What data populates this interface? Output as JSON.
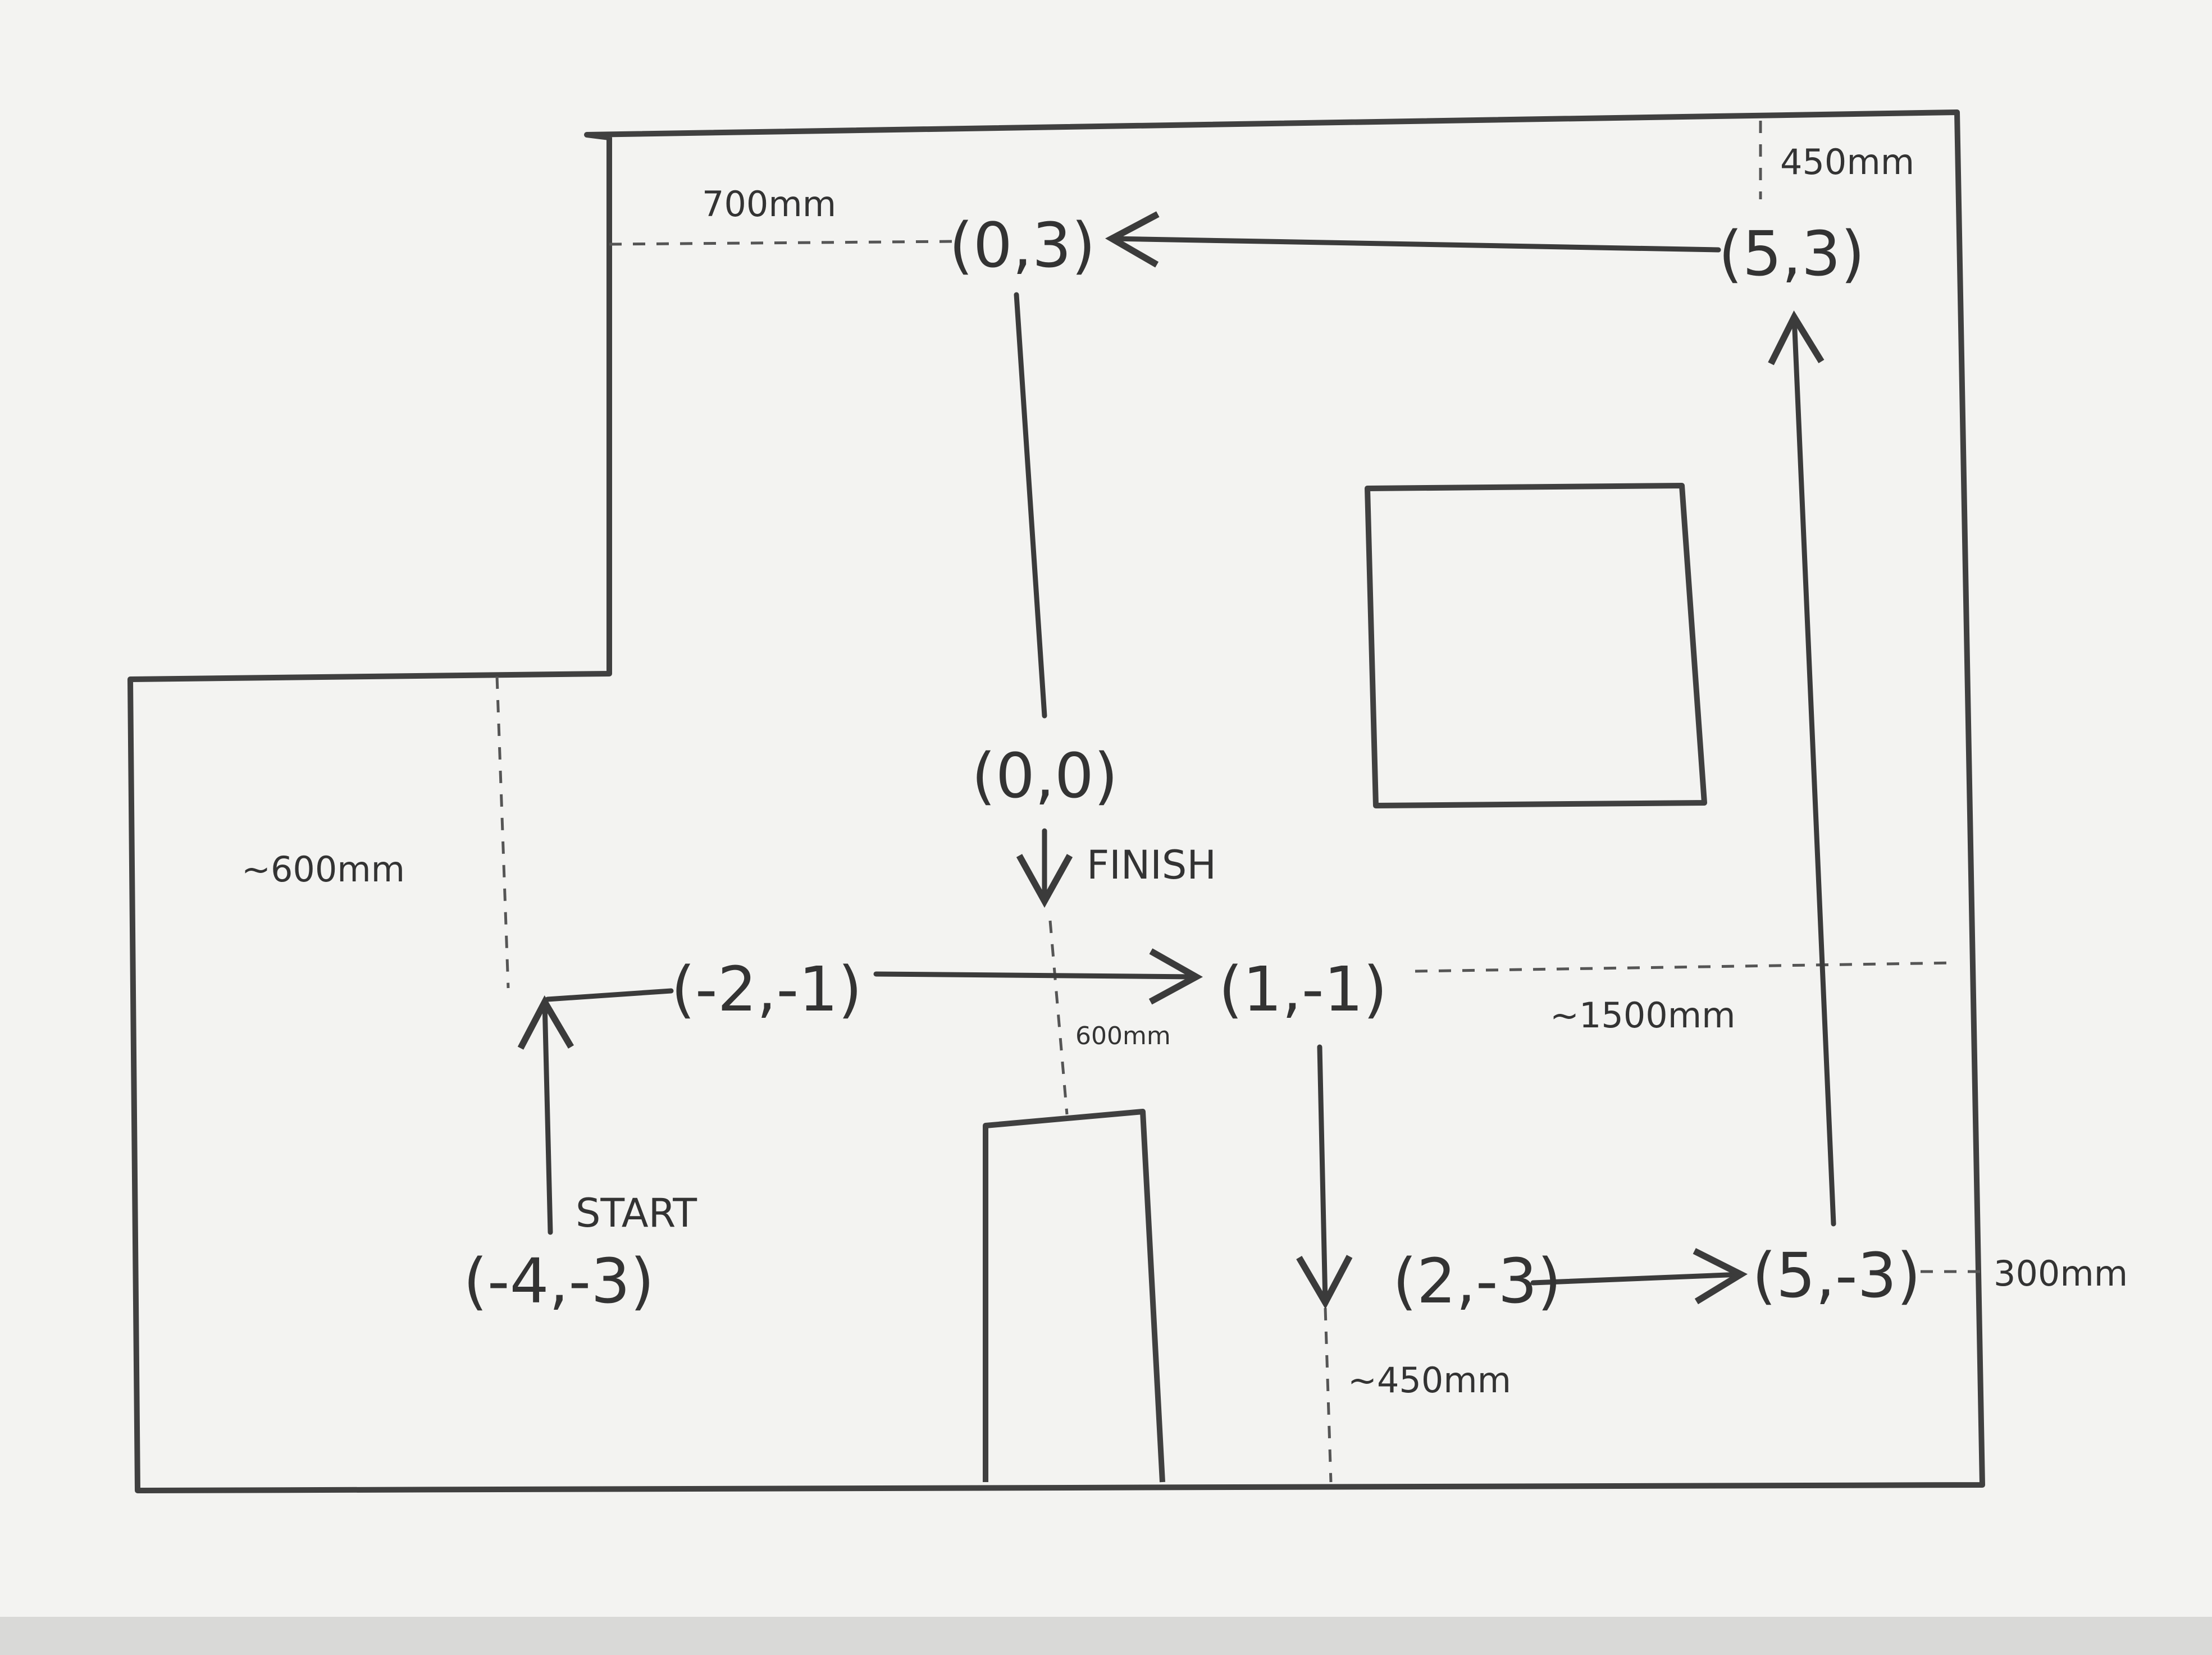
{
  "points": {
    "p_0_3": "(0,3)",
    "p_5_3": "(5,3)",
    "p_0_0": "(0,0)",
    "p_m2_m1": "(-2,-1)",
    "p_1_m1": "(1,-1)",
    "p_m4_m3": "(-4,-3)",
    "p_2_m3": "(2,-3)",
    "p_5_m3": "(5,-3)"
  },
  "words": {
    "start": "START",
    "finish": "FINISH"
  },
  "dimensions": {
    "top_left": "700mm",
    "top_right": "450mm",
    "left": "~600mm",
    "middle": "600mm",
    "right_mid": "~1500mm",
    "bottom": "~450mm",
    "right_bottom": "300mm"
  },
  "colors": {
    "paper": "#f4f4f2",
    "pencil": "#3b3b3b"
  }
}
